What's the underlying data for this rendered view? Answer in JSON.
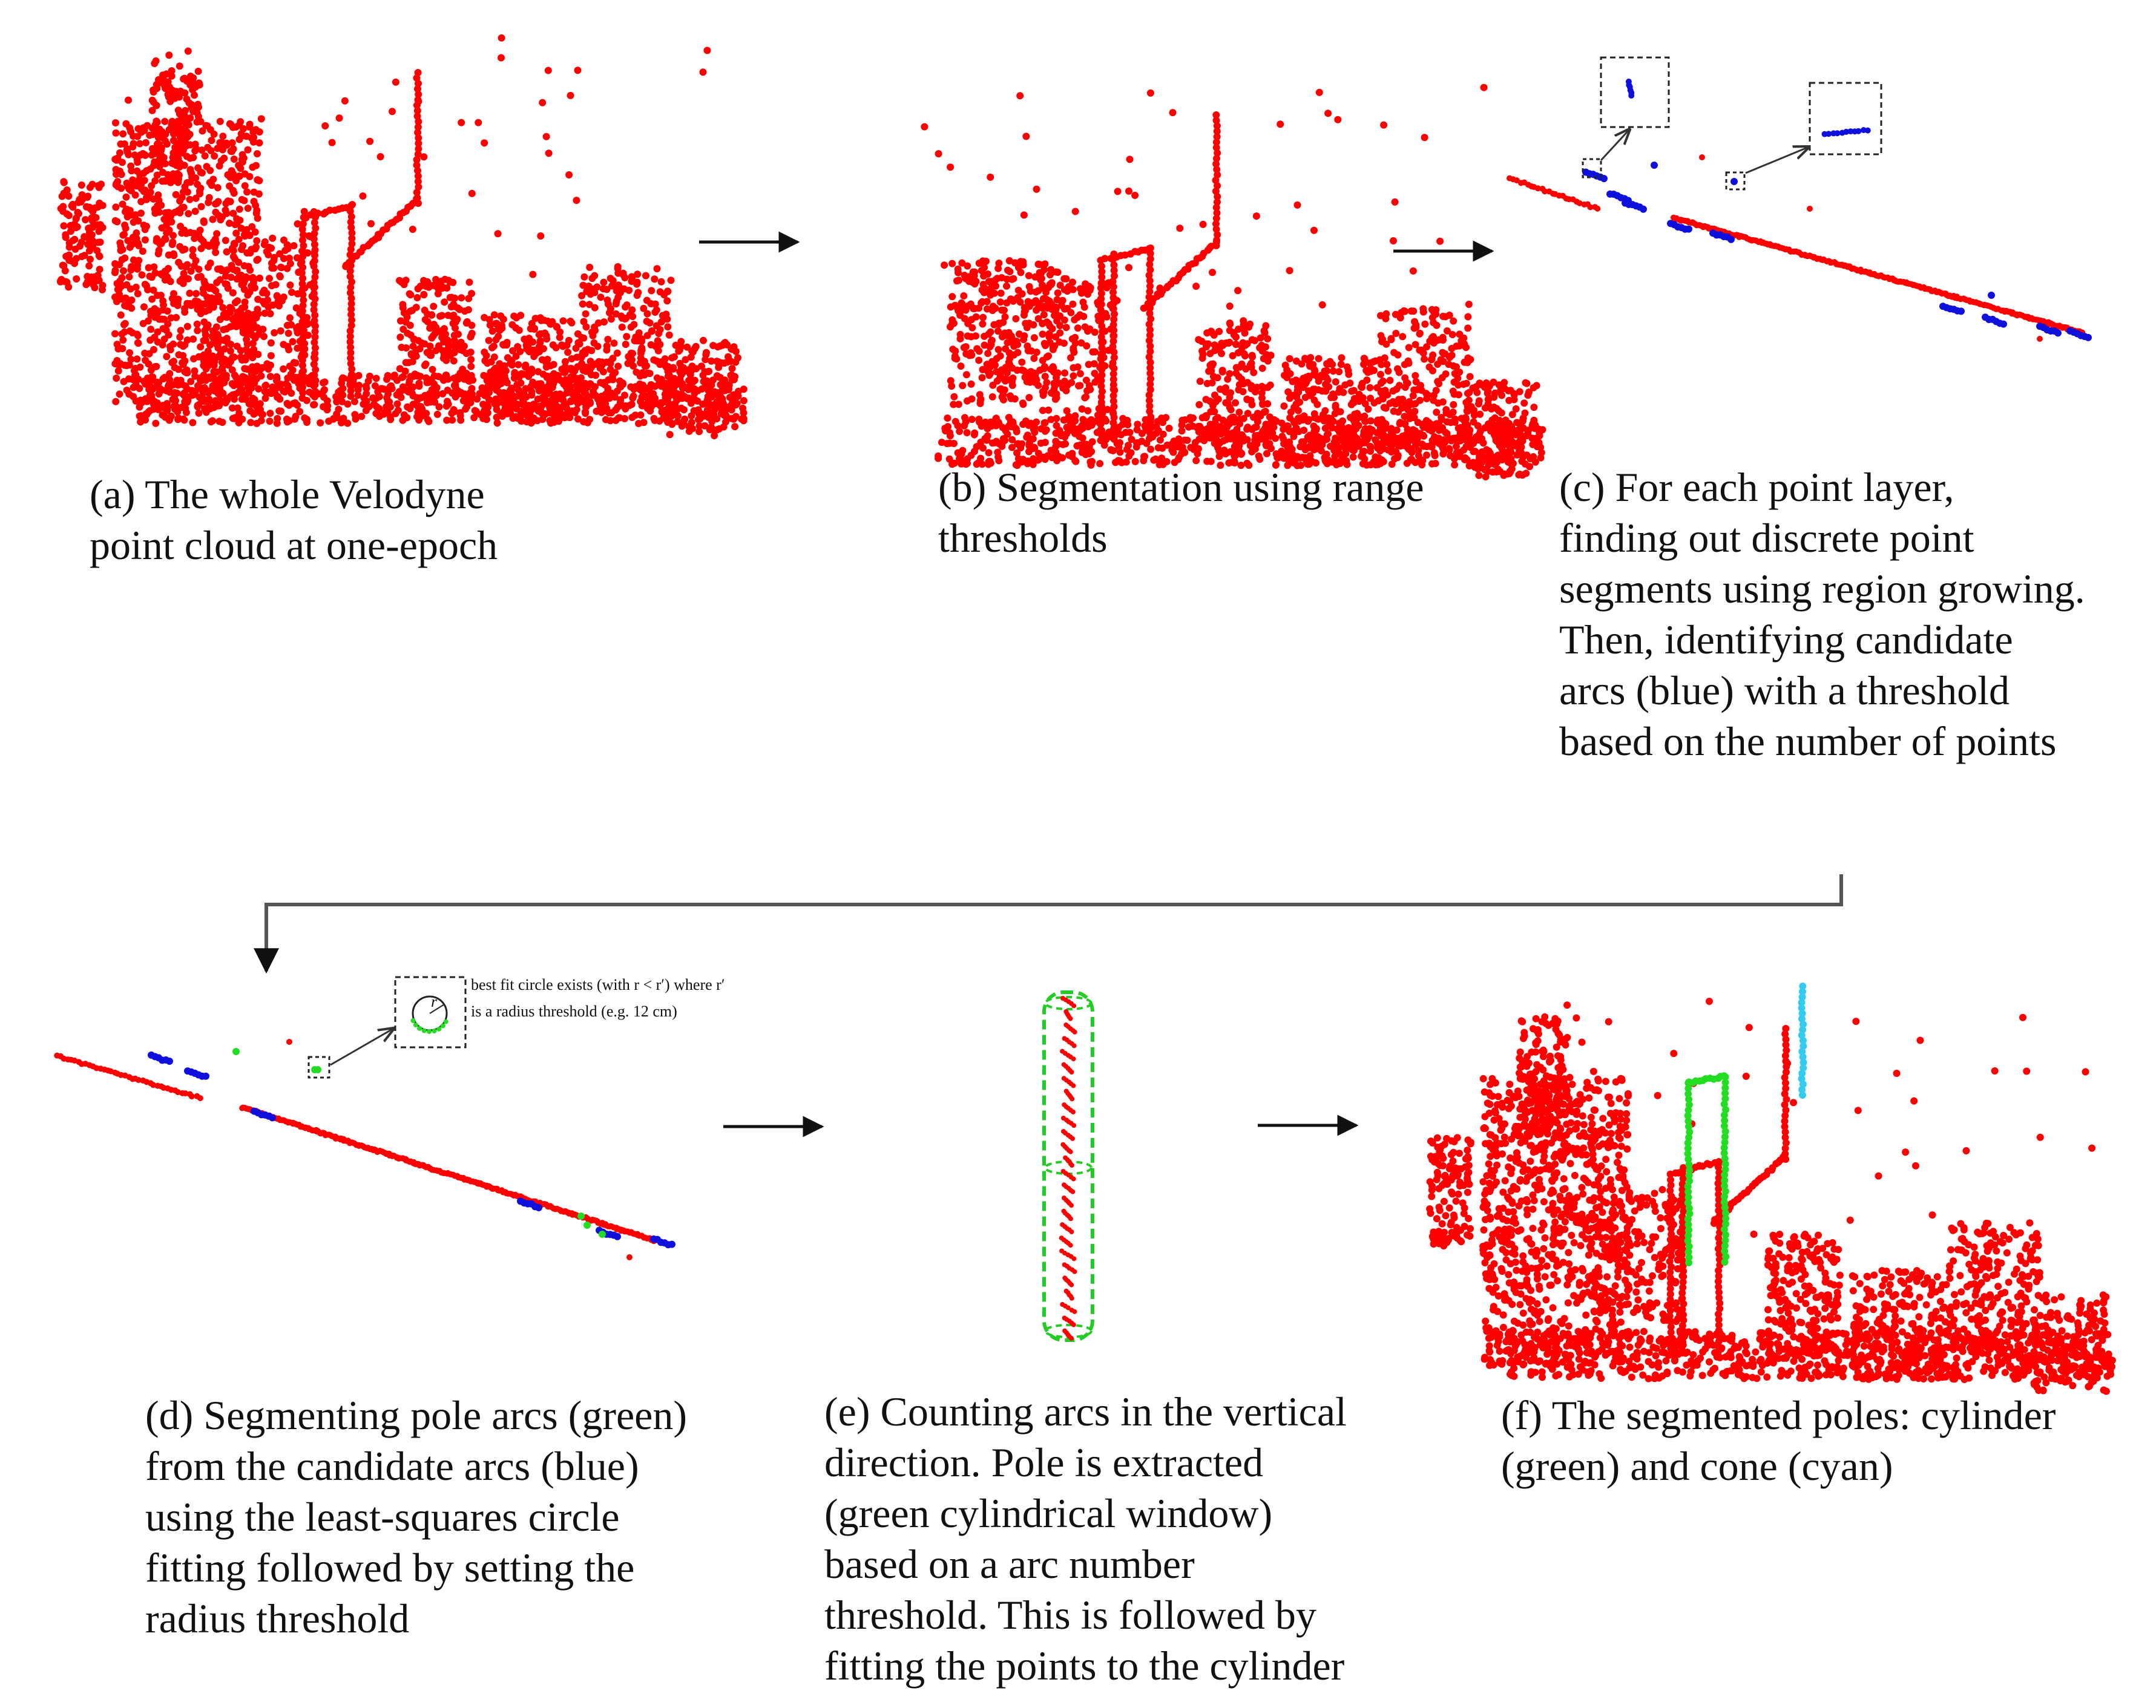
{
  "colors": {
    "points": "#ff0000",
    "candidate_arcs": "#1010dd",
    "pole_arcs": "#22dd22",
    "cone": "#33ccee",
    "arrows": "#111111",
    "connector": "#555555"
  },
  "panels": [
    {
      "id": "a",
      "caption": [
        "(a) The whole Velodyne",
        "point cloud at one-epoch"
      ]
    },
    {
      "id": "b",
      "caption": [
        "(b) Segmentation using range",
        "thresholds"
      ]
    },
    {
      "id": "c",
      "caption": [
        "(c) For each point layer,",
        "finding out discrete point",
        "segments using region growing.",
        "Then, identifying candidate",
        "arcs (blue) with a threshold",
        "based on the number of points"
      ]
    },
    {
      "id": "d",
      "caption": [
        "(d) Segmenting pole arcs (green)",
        "from the candidate arcs (blue)",
        "using the least-squares circle",
        "fitting followed by setting the",
        "radius threshold"
      ]
    },
    {
      "id": "e",
      "caption": [
        "(e) Counting arcs in the vertical",
        "direction. Pole is extracted",
        "(green cylindrical window)",
        "based on a arc number",
        "threshold. This is followed by",
        "fitting the points to the cylinder"
      ]
    },
    {
      "id": "f",
      "caption": [
        "(f) The segmented poles: cylinder",
        "(green) and cone (cyan)"
      ]
    }
  ],
  "annotation_d": {
    "line1": "best fit circle  exists (with r < r′) where r′",
    "line2": "is a radius threshold (e.g. 12  cm)",
    "circle_label": "r"
  }
}
